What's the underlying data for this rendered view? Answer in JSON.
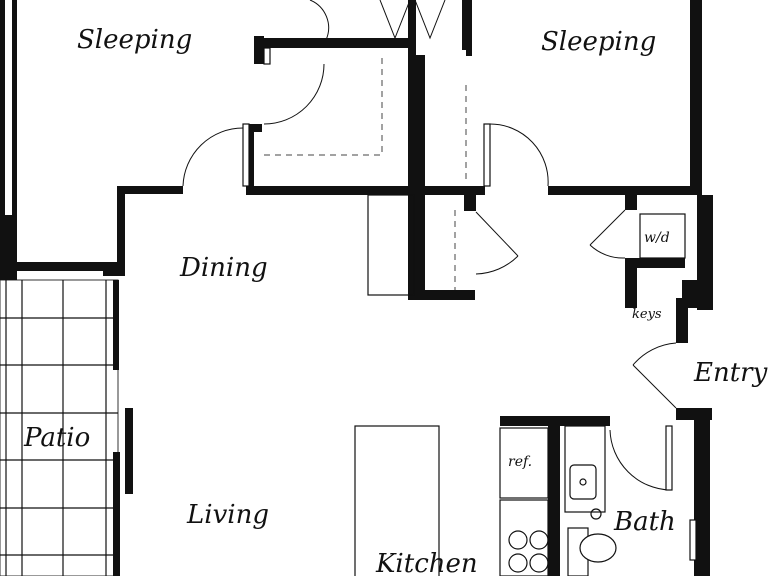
{
  "rooms": {
    "sleeping_left": "Sleeping",
    "sleeping_right": "Sleeping",
    "dining": "Dining",
    "patio": "Patio",
    "living": "Living",
    "kitchen": "Kitchen",
    "entry": "Entry",
    "bath": "Bath"
  },
  "fixtures": {
    "washer_dryer": "w/d",
    "keys": "keys",
    "refrigerator": "ref."
  },
  "colors": {
    "wall": "#111111",
    "background": "#ffffff"
  }
}
